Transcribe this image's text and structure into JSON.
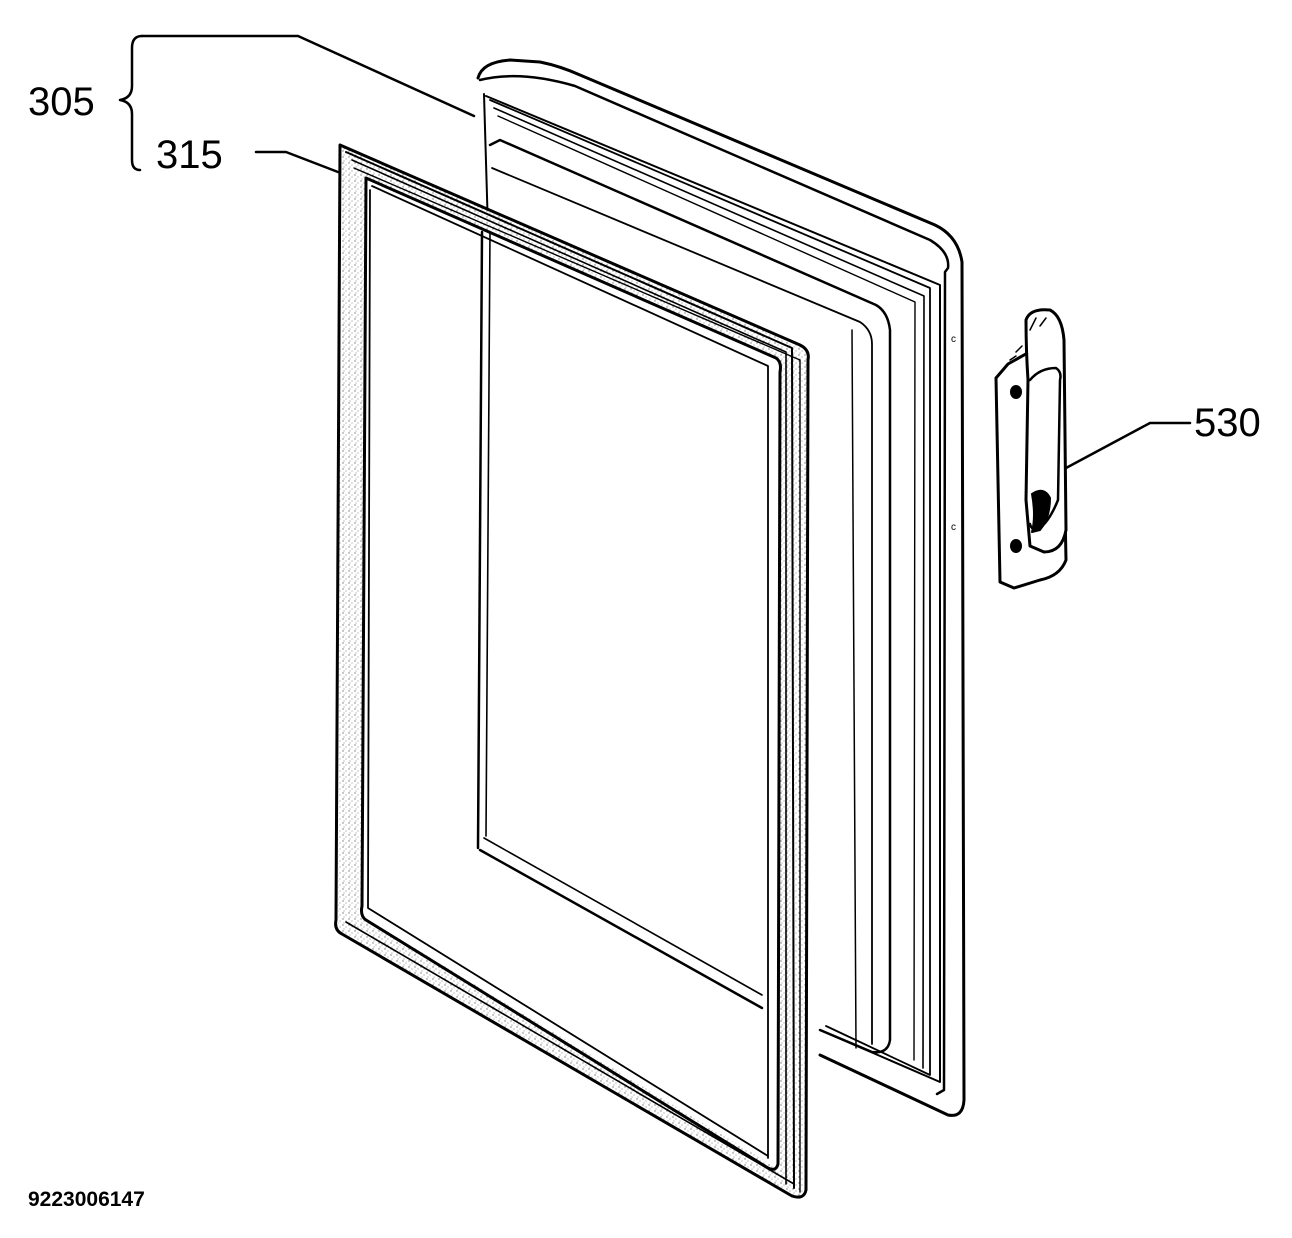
{
  "callouts": {
    "door_assembly": "305",
    "door_gasket": "315",
    "door_handle": "530"
  },
  "drawing_number": "9223006147",
  "colors": {
    "line": "#000000",
    "paper": "#ffffff",
    "gasket_texture": "#8a8a8a"
  }
}
